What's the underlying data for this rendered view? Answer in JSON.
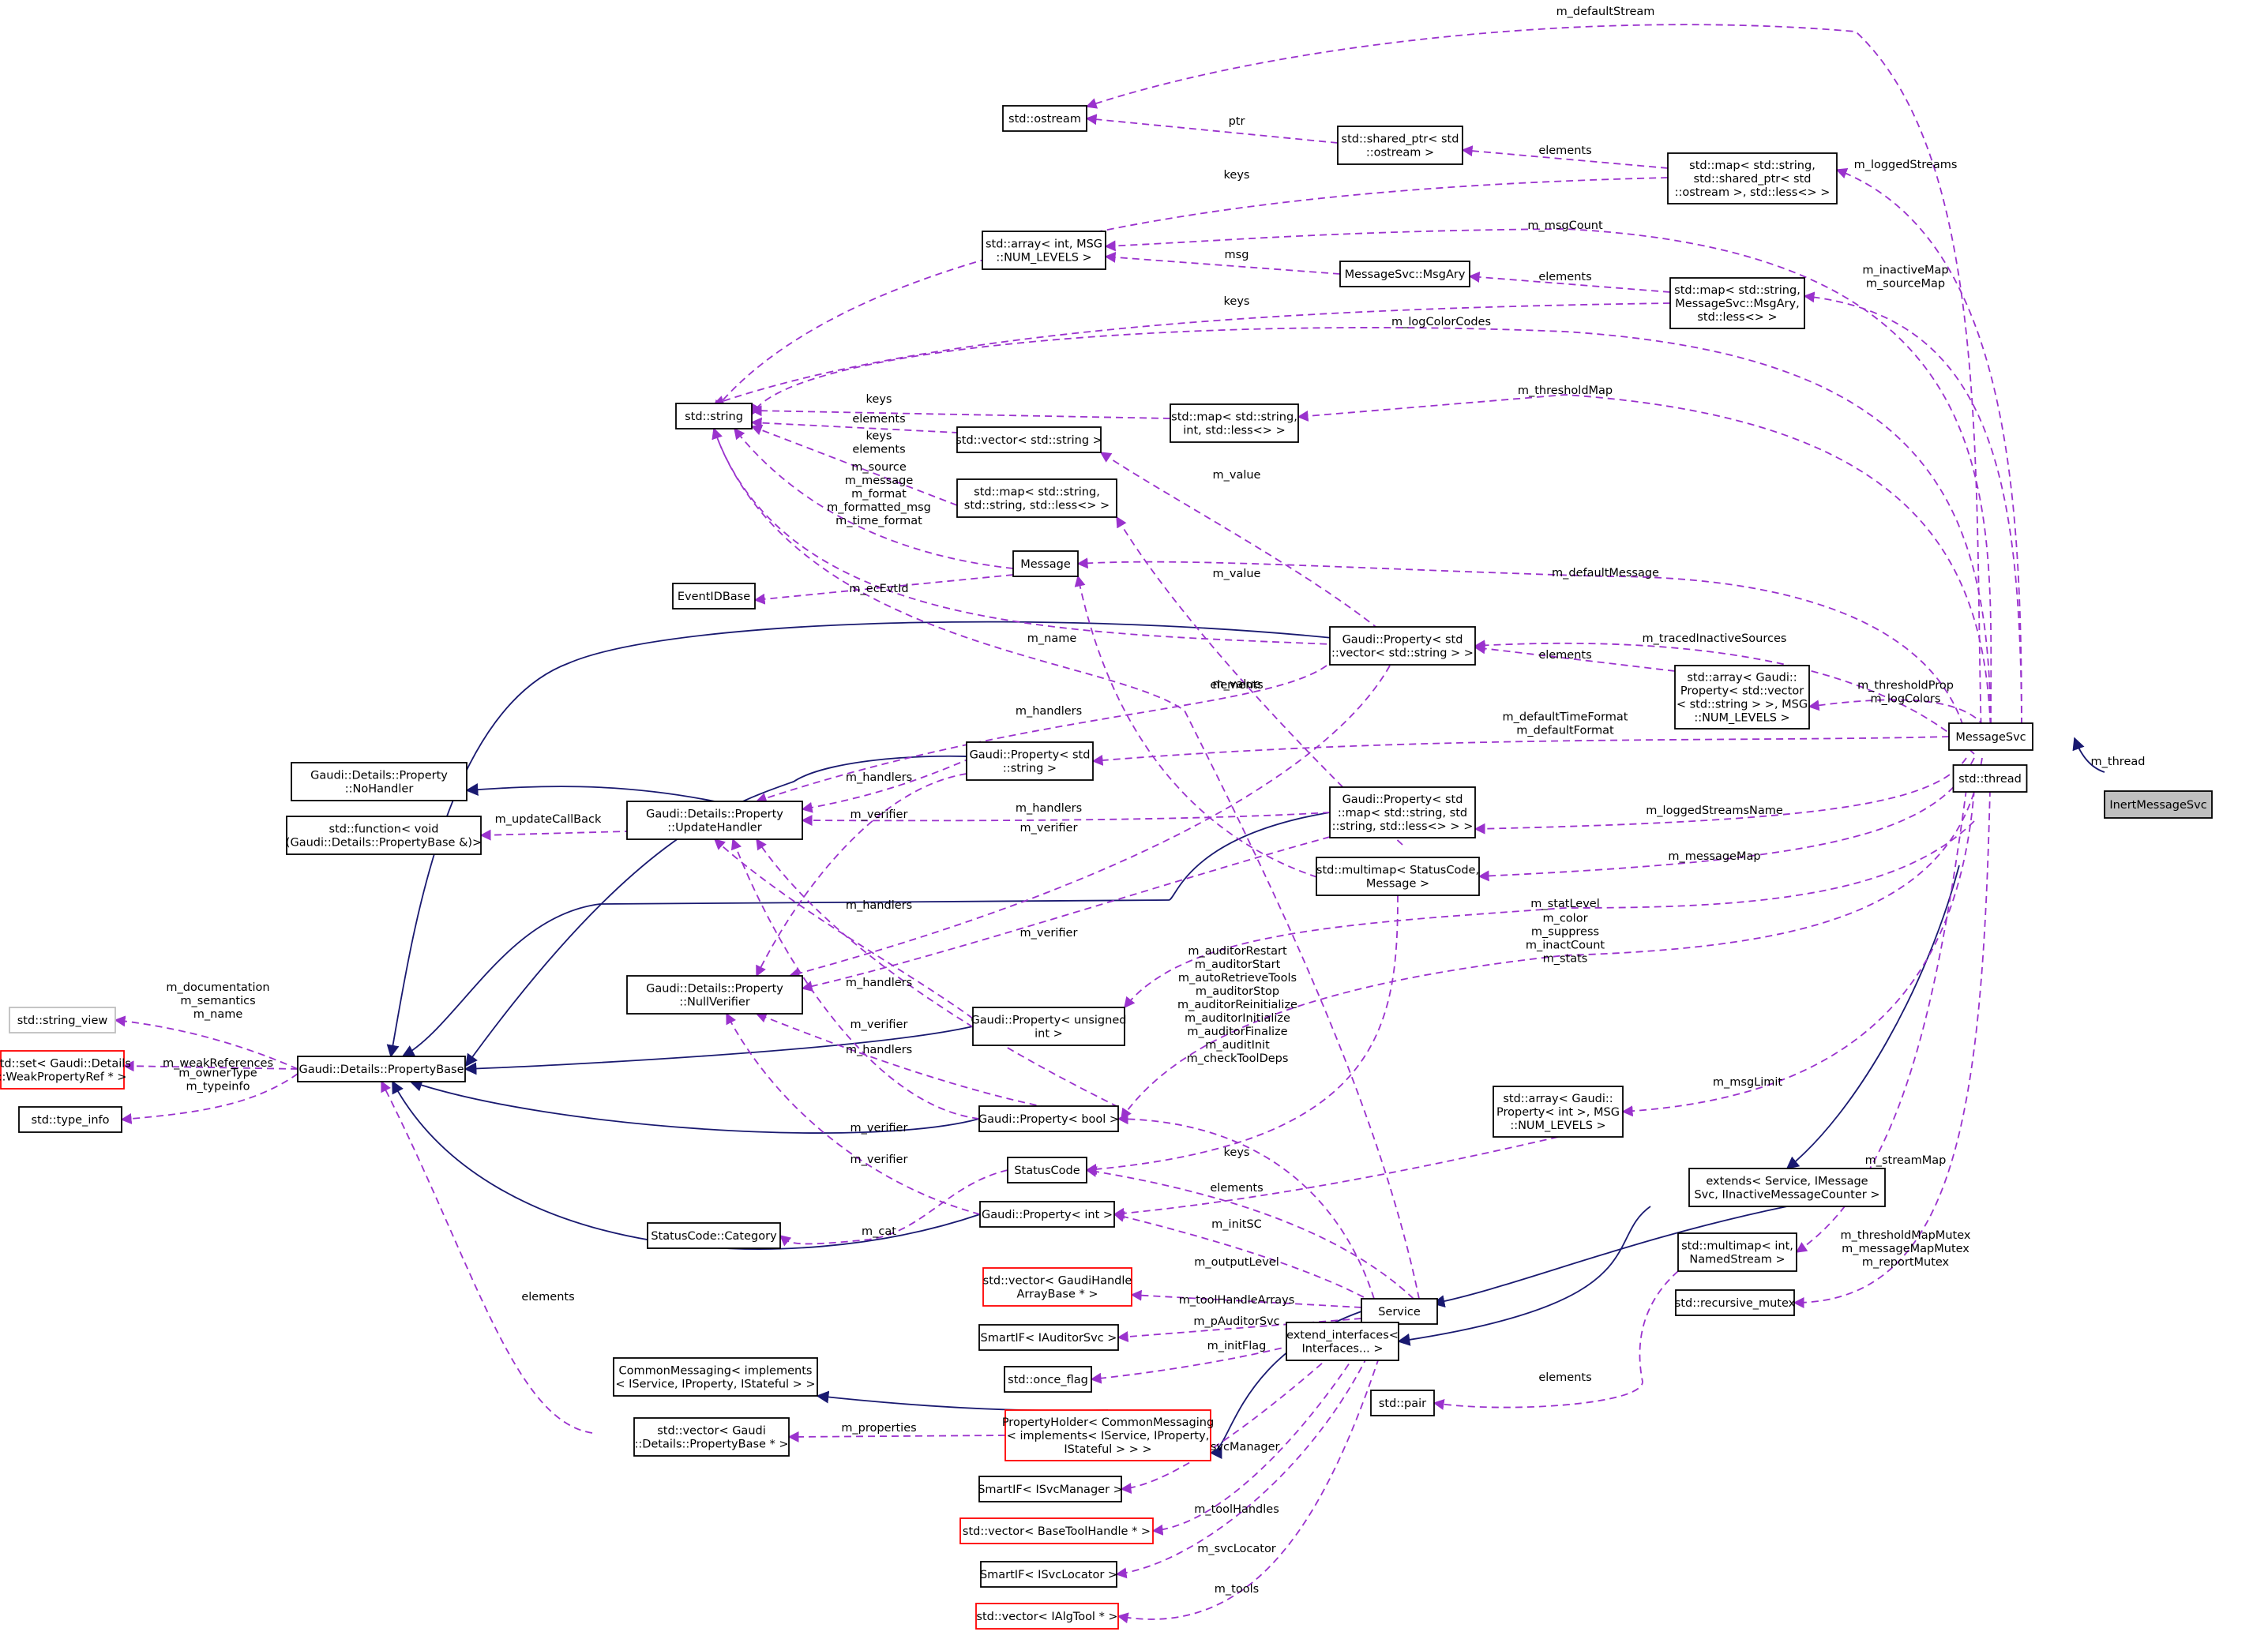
{
  "diagram": {
    "nodes": [
      {
        "id": "inert",
        "lines": [
          "InertMessageSvc"
        ],
        "style": "highlight"
      },
      {
        "id": "msgsvc",
        "lines": [
          "MessageSvc"
        ]
      },
      {
        "id": "thread",
        "lines": [
          "std::thread"
        ]
      },
      {
        "id": "extends",
        "lines": [
          "extends< Service, IMessage",
          "Svc, IInactiveMessageCounter >"
        ]
      },
      {
        "id": "service",
        "lines": [
          "Service"
        ]
      },
      {
        "id": "extiface",
        "lines": [
          "extend_interfaces<",
          "Interfaces... >"
        ]
      },
      {
        "id": "stdpair",
        "lines": [
          "std::pair"
        ]
      },
      {
        "id": "propholder",
        "lines": [
          "PropertyHolder< CommonMessaging",
          "< implements< IService, IProperty,",
          "IStateful > > >"
        ],
        "style": "red"
      },
      {
        "id": "commonmsg",
        "lines": [
          "CommonMessaging< implements",
          "< IService, IProperty, IStateful > >"
        ]
      },
      {
        "id": "vecpropbase",
        "lines": [
          "std::vector< Gaudi",
          "::Details::PropertyBase * >"
        ]
      },
      {
        "id": "propbase",
        "lines": [
          "Gaudi::Details::PropertyBase"
        ]
      },
      {
        "id": "stringview",
        "lines": [
          "std::string_view"
        ],
        "style": "gray"
      },
      {
        "id": "setweak",
        "lines": [
          "std::set< Gaudi::Details",
          "::WeakPropertyRef * >"
        ],
        "style": "red"
      },
      {
        "id": "typeinfo",
        "lines": [
          "std::type_info"
        ]
      },
      {
        "id": "nohandler",
        "lines": [
          "Gaudi::Details::Property",
          "::NoHandler"
        ]
      },
      {
        "id": "function",
        "lines": [
          "std::function< void",
          "(Gaudi::Details::PropertyBase &)>"
        ]
      },
      {
        "id": "updatehandler",
        "lines": [
          "Gaudi::Details::Property",
          "::UpdateHandler"
        ]
      },
      {
        "id": "nullverifier",
        "lines": [
          "Gaudi::Details::Property",
          "::NullVerifier"
        ]
      },
      {
        "id": "stdstring",
        "lines": [
          "std::string"
        ]
      },
      {
        "id": "eventid",
        "lines": [
          "EventIDBase"
        ]
      },
      {
        "id": "ostream",
        "lines": [
          "std::ostream"
        ]
      },
      {
        "id": "sharedptr",
        "lines": [
          "std::shared_ptr< std",
          "::ostream >"
        ]
      },
      {
        "id": "maplogged",
        "lines": [
          "std::map< std::string,",
          "std::shared_ptr< std",
          "::ostream >, std::less<> >"
        ]
      },
      {
        "id": "arrayint",
        "lines": [
          "std::array< int, MSG",
          "::NUM_LEVELS >"
        ]
      },
      {
        "id": "msgary",
        "lines": [
          "MessageSvc::MsgAry"
        ]
      },
      {
        "id": "mapinactive",
        "lines": [
          "std::map< std::string,",
          "MessageSvc::MsgAry,",
          "std::less<> >"
        ]
      },
      {
        "id": "mapthreshold",
        "lines": [
          "std::map< std::string,",
          "int, std::less<> >"
        ]
      },
      {
        "id": "vecstring",
        "lines": [
          "std::vector< std::string >"
        ]
      },
      {
        "id": "mapstrstr",
        "lines": [
          "std::map< std::string,",
          "std::string, std::less<> >"
        ]
      },
      {
        "id": "message",
        "lines": [
          "Message"
        ]
      },
      {
        "id": "propvec",
        "lines": [
          "Gaudi::Property< std",
          "::vector< std::string > >"
        ]
      },
      {
        "id": "arrayprop",
        "lines": [
          "std::array< Gaudi::",
          "Property< std::vector",
          "< std::string > >, MSG",
          "::NUM_LEVELS >"
        ]
      },
      {
        "id": "propstring",
        "lines": [
          "Gaudi::Property< std",
          "::string >"
        ]
      },
      {
        "id": "propmap",
        "lines": [
          "Gaudi::Property< std",
          "::map< std::string, std",
          "::string, std::less<> > >"
        ]
      },
      {
        "id": "multimapsc",
        "lines": [
          "std::multimap< StatusCode,",
          "Message >"
        ]
      },
      {
        "id": "propunsigned",
        "lines": [
          "Gaudi::Property< unsigned",
          "int >"
        ]
      },
      {
        "id": "propbool",
        "lines": [
          "Gaudi::Property< bool >"
        ]
      },
      {
        "id": "statuscode",
        "lines": [
          "StatusCode"
        ]
      },
      {
        "id": "propint",
        "lines": [
          "Gaudi::Property< int >"
        ]
      },
      {
        "id": "sccategory",
        "lines": [
          "StatusCode::Category"
        ]
      },
      {
        "id": "arraypropint",
        "lines": [
          "std::array< Gaudi::",
          "Property< int >, MSG",
          "::NUM_LEVELS >"
        ]
      },
      {
        "id": "multimapint",
        "lines": [
          "std::multimap< int,",
          "NamedStream >"
        ]
      },
      {
        "id": "recmutex",
        "lines": [
          "std::recursive_mutex"
        ]
      },
      {
        "id": "vecgaudihandle",
        "lines": [
          "std::vector< GaudiHandle",
          "ArrayBase * >"
        ],
        "style": "red"
      },
      {
        "id": "smartauditor",
        "lines": [
          "SmartIF< IAuditorSvc >"
        ]
      },
      {
        "id": "onceflag",
        "lines": [
          "std::once_flag"
        ]
      },
      {
        "id": "smartsvcmgr",
        "lines": [
          "SmartIF< ISvcManager >"
        ]
      },
      {
        "id": "vecbasetool",
        "lines": [
          "std::vector< BaseToolHandle * >"
        ],
        "style": "red"
      },
      {
        "id": "smartsvcloc",
        "lines": [
          "SmartIF< ISvcLocator >"
        ]
      },
      {
        "id": "vecalgtool",
        "lines": [
          "std::vector< IAlgTool * >"
        ],
        "style": "red"
      }
    ],
    "edge_labels": [
      {
        "id": "l_thread",
        "lines": [
          "m_thread"
        ]
      },
      {
        "id": "l_defaultStream",
        "lines": [
          "m_defaultStream"
        ]
      },
      {
        "id": "l_ptr",
        "lines": [
          "ptr"
        ]
      },
      {
        "id": "l_elem1",
        "lines": [
          "elements"
        ]
      },
      {
        "id": "l_loggedStreams",
        "lines": [
          "m_loggedStreams"
        ]
      },
      {
        "id": "l_keys1",
        "lines": [
          "keys"
        ]
      },
      {
        "id": "l_msgCount",
        "lines": [
          "m_msgCount"
        ]
      },
      {
        "id": "l_msg",
        "lines": [
          "msg"
        ]
      },
      {
        "id": "l_elem2",
        "lines": [
          "elements"
        ]
      },
      {
        "id": "l_inactiveMap",
        "lines": [
          "m_inactiveMap",
          "m_sourceMap"
        ]
      },
      {
        "id": "l_keys2",
        "lines": [
          "keys"
        ]
      },
      {
        "id": "l_logColorCodes",
        "lines": [
          "m_logColorCodes"
        ]
      },
      {
        "id": "l_keys3",
        "lines": [
          "keys"
        ]
      },
      {
        "id": "l_elem3",
        "lines": [
          "elements"
        ]
      },
      {
        "id": "l_thresholdMap",
        "lines": [
          "m_thresholdMap"
        ]
      },
      {
        "id": "l_value1",
        "lines": [
          "m_value"
        ]
      },
      {
        "id": "l_keyselem",
        "lines": [
          "keys",
          "elements"
        ]
      },
      {
        "id": "l_msgfields",
        "lines": [
          "m_source",
          "m_message",
          "m_format",
          "m_formatted_msg",
          "m_time_format"
        ]
      },
      {
        "id": "l_ecEvtId",
        "lines": [
          "m_ecEvtId"
        ]
      },
      {
        "id": "l_defaultMessage",
        "lines": [
          "m_defaultMessage"
        ]
      },
      {
        "id": "l_value2",
        "lines": [
          "m_value"
        ]
      },
      {
        "id": "l_name",
        "lines": [
          "m_name"
        ]
      },
      {
        "id": "l_traced",
        "lines": [
          "m_tracedInactiveSources"
        ]
      },
      {
        "id": "l_elem4",
        "lines": [
          "elements"
        ]
      },
      {
        "id": "l_value3",
        "lines": [
          "m_value"
        ]
      },
      {
        "id": "l_elem5",
        "lines": [
          "elements"
        ]
      },
      {
        "id": "l_thresholdProp",
        "lines": [
          "m_thresholdProp",
          "m_logColors"
        ]
      },
      {
        "id": "l_handlers1",
        "lines": [
          "m_handlers"
        ]
      },
      {
        "id": "l_defaultTime",
        "lines": [
          "m_defaultTimeFormat",
          "m_defaultFormat"
        ]
      },
      {
        "id": "l_handlers2",
        "lines": [
          "m_handlers"
        ]
      },
      {
        "id": "l_verifier1",
        "lines": [
          "m_verifier"
        ]
      },
      {
        "id": "l_handlers3",
        "lines": [
          "m_handlers"
        ]
      },
      {
        "id": "l_verifier2",
        "lines": [
          "m_verifier"
        ]
      },
      {
        "id": "l_loggedStreamsName",
        "lines": [
          "m_loggedStreamsName"
        ]
      },
      {
        "id": "l_updateCallBack",
        "lines": [
          "m_updateCallBack"
        ]
      },
      {
        "id": "l_messageMap",
        "lines": [
          "m_messageMap"
        ]
      },
      {
        "id": "l_handlers4",
        "lines": [
          "m_handlers"
        ]
      },
      {
        "id": "l_statLevel",
        "lines": [
          "m_statLevel"
        ]
      },
      {
        "id": "l_verifier3",
        "lines": [
          "m_verifier"
        ]
      },
      {
        "id": "l_colorgroup",
        "lines": [
          "m_color",
          "m_suppress",
          "m_inactCount",
          "m_stats"
        ]
      },
      {
        "id": "l_handlers5",
        "lines": [
          "m_handlers"
        ]
      },
      {
        "id": "l_docgroup",
        "lines": [
          "m_documentation",
          "m_semantics",
          "m_name"
        ]
      },
      {
        "id": "l_auditorgroup",
        "lines": [
          "m_auditorRestart",
          "m_auditorStart",
          "m_autoRetrieveTools",
          "m_auditorStop",
          "m_auditorReinitialize",
          "m_auditorInitialize",
          "m_auditorFinalize",
          "m_auditInit",
          "m_checkToolDeps"
        ]
      },
      {
        "id": "l_verifier4",
        "lines": [
          "m_verifier"
        ]
      },
      {
        "id": "l_handlers6",
        "lines": [
          "m_handlers"
        ]
      },
      {
        "id": "l_weakRefs",
        "lines": [
          "m_weakReferences"
        ]
      },
      {
        "id": "l_ownerType",
        "lines": [
          "m_ownerType",
          "m_typeinfo"
        ]
      },
      {
        "id": "l_msgLimit",
        "lines": [
          "m_msgLimit"
        ]
      },
      {
        "id": "l_verifier5",
        "lines": [
          "m_verifier"
        ]
      },
      {
        "id": "l_keys4",
        "lines": [
          "keys"
        ]
      },
      {
        "id": "l_verifier6",
        "lines": [
          "m_verifier"
        ]
      },
      {
        "id": "l_streamMap",
        "lines": [
          "m_streamMap"
        ]
      },
      {
        "id": "l_elem6",
        "lines": [
          "elements"
        ]
      },
      {
        "id": "l_initSC",
        "lines": [
          "m_initSC"
        ]
      },
      {
        "id": "l_cat",
        "lines": [
          "m_cat"
        ]
      },
      {
        "id": "l_outputLevel",
        "lines": [
          "m_outputLevel"
        ]
      },
      {
        "id": "l_mutexgroup",
        "lines": [
          "m_thresholdMapMutex",
          "m_messageMapMutex",
          "m_reportMutex"
        ]
      },
      {
        "id": "l_elem7",
        "lines": [
          "elements"
        ]
      },
      {
        "id": "l_toolHandleArrays",
        "lines": [
          "m_toolHandleArrays"
        ]
      },
      {
        "id": "l_pAuditorSvc",
        "lines": [
          "m_pAuditorSvc"
        ]
      },
      {
        "id": "l_initFlag",
        "lines": [
          "m_initFlag"
        ]
      },
      {
        "id": "l_elem8",
        "lines": [
          "elements"
        ]
      },
      {
        "id": "l_properties",
        "lines": [
          "m_properties"
        ]
      },
      {
        "id": "l_svcManager",
        "lines": [
          "m_svcManager"
        ]
      },
      {
        "id": "l_toolHandles",
        "lines": [
          "m_toolHandles"
        ]
      },
      {
        "id": "l_svcLocator",
        "lines": [
          "m_svcLocator"
        ]
      },
      {
        "id": "l_tools",
        "lines": [
          "m_tools"
        ]
      }
    ]
  }
}
